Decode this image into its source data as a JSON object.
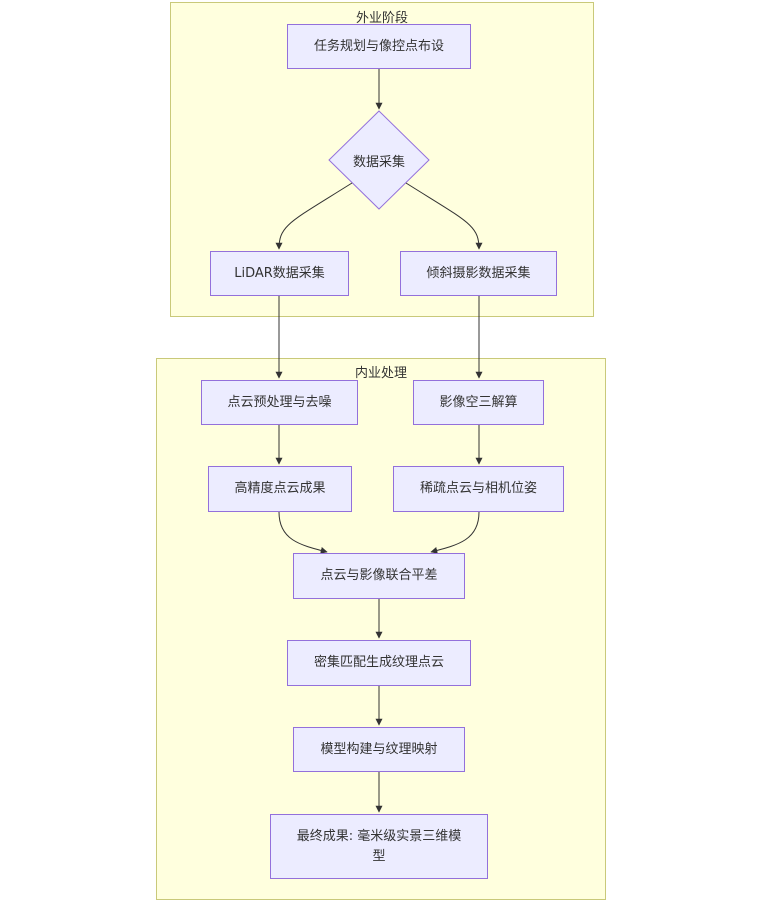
{
  "clusters": {
    "field": {
      "title": "外业阶段"
    },
    "office": {
      "title": "内业处理"
    }
  },
  "nodes": {
    "planning": "任务规划与像控点布设",
    "collect": "数据采集",
    "lidar": "LiDAR数据采集",
    "oblique": "倾斜摄影数据采集",
    "preprocess": "点云预处理与去噪",
    "aerotri": "影像空三解算",
    "hp_cloud": "高精度点云成果",
    "sparse": "稀疏点云与相机位姿",
    "joint": "点云与影像联合平差",
    "dense": "密集匹配生成纹理点云",
    "model": "模型构建与纹理映射",
    "final": "最终成果: 毫米级实景三维模型"
  },
  "colors": {
    "node_fill": "#ececff",
    "node_stroke": "#9370db",
    "cluster_fill": "#ffffde",
    "cluster_stroke": "#c9c97a",
    "edge": "#333333"
  }
}
